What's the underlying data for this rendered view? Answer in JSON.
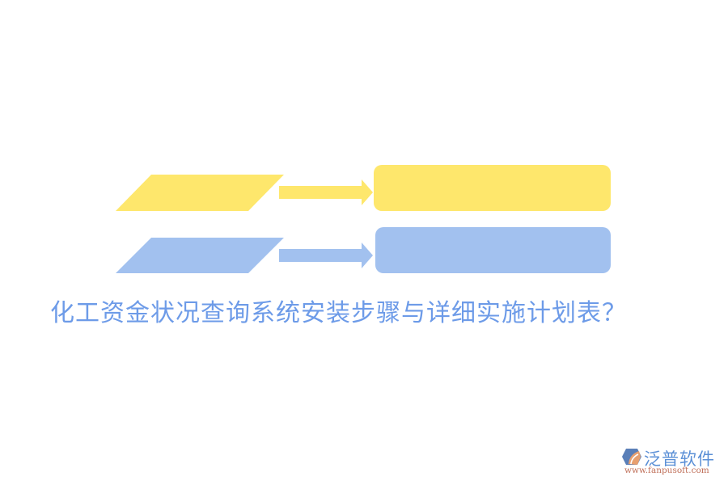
{
  "diagram": {
    "title": "化工资金状况查询系统安装步骤与详细实施计划表？",
    "colors": {
      "yellow": "#fee76c",
      "blue": "#a2c1ef",
      "title": "#6d9be8"
    },
    "rows": [
      {
        "input_shape": "parallelogram",
        "arrow": "right-arrow",
        "output_shape": "rounded-rectangle",
        "color": "yellow",
        "label": ""
      },
      {
        "input_shape": "parallelogram",
        "arrow": "right-arrow",
        "output_shape": "rounded-rectangle",
        "color": "blue",
        "label": ""
      }
    ]
  },
  "logo": {
    "name": "泛普软件",
    "url": "www.fanpusoft.com",
    "icon": "fanpu-logo-icon"
  }
}
